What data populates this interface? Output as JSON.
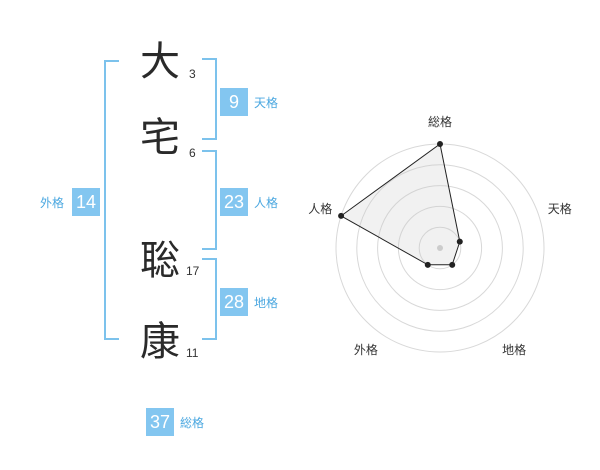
{
  "name": {
    "chars": [
      {
        "char": "大",
        "strokes": "3"
      },
      {
        "char": "宅",
        "strokes": "6"
      },
      {
        "char": "聡",
        "strokes": "17"
      },
      {
        "char": "康",
        "strokes": "11"
      }
    ]
  },
  "fortunes": {
    "tenkaku": {
      "value": "9",
      "label": "天格"
    },
    "jinkaku": {
      "value": "23",
      "label": "人格"
    },
    "chikaku": {
      "value": "28",
      "label": "地格"
    },
    "gaikaku": {
      "value": "14",
      "label": "外格"
    },
    "soukaku": {
      "value": "37",
      "label": "総格"
    }
  },
  "colors": {
    "accent": "#83c6f0",
    "bracket": "#7cc2ec",
    "label": "#4aa7e0"
  },
  "chart_data": {
    "type": "radar",
    "categories": [
      "総格",
      "天格",
      "地格",
      "外格",
      "人格"
    ],
    "values": [
      5,
      1,
      1,
      1,
      5
    ],
    "max": 5,
    "rings": 5
  }
}
